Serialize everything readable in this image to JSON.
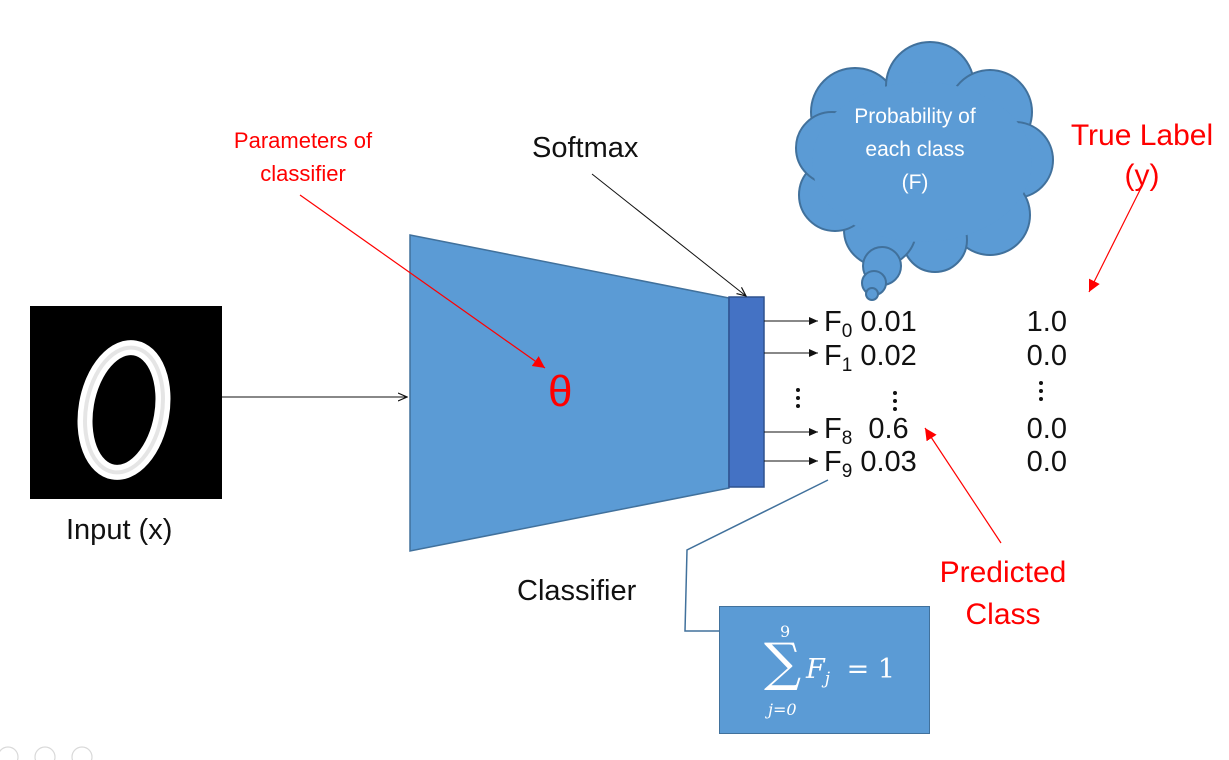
{
  "labels": {
    "params_line1": "Parameters of",
    "params_line2": "classifier",
    "softmax": "Softmax",
    "theta": "θ",
    "input": "Input (x)",
    "classifier": "Classifier",
    "cloud_line1": "Probability of",
    "cloud_line2": "each class",
    "cloud_line3": "(F)",
    "true_label_line1": "True Label",
    "true_label_line2": "(y)",
    "predicted_line1": "Predicted",
    "predicted_line2": "Class"
  },
  "outputs": [
    {
      "f": "F",
      "sub": "0",
      "pred": "0.01",
      "true": "1.0"
    },
    {
      "f": "F",
      "sub": "1",
      "pred": "0.02",
      "true": "0.0"
    },
    {
      "f": "F",
      "sub": "8",
      "pred": "0.6",
      "true": "0.0"
    },
    {
      "f": "F",
      "sub": "9",
      "pred": "0.03",
      "true": "0.0"
    }
  ],
  "formula": {
    "sum_top": "9",
    "sum_sign": "∑",
    "sum_bottom": "j=0",
    "term": "F",
    "term_sub": "j",
    "rhs": "= 1"
  },
  "colors": {
    "shape_blue": "#5b9bd5",
    "softmax_blue": "#4472c4",
    "annotation_red": "#ff0000"
  }
}
